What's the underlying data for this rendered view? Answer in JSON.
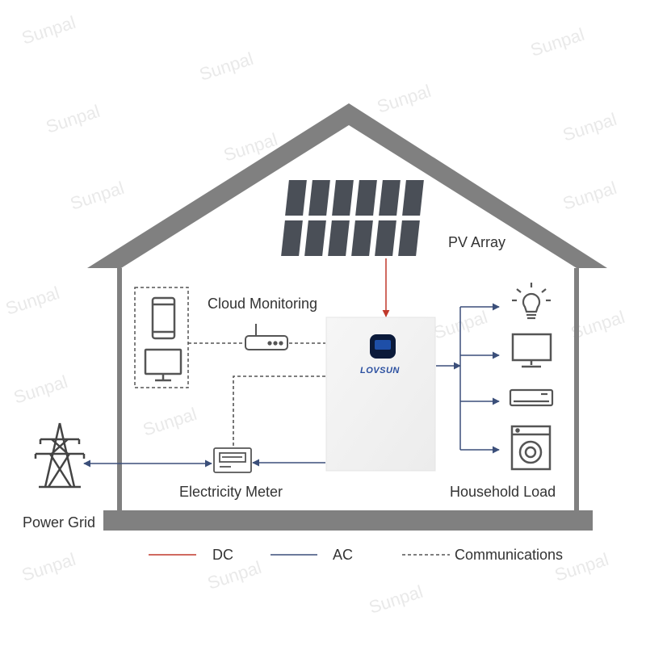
{
  "labels": {
    "pv_array": "PV Array",
    "cloud_monitoring": "Cloud Monitoring",
    "electricity_meter": "Electricity Meter",
    "household_load": "Household Load",
    "power_grid": "Power Grid"
  },
  "inverter": {
    "brand": "LOVSUN"
  },
  "legend": {
    "dc": "DC",
    "ac": "AC",
    "communications": "Communications"
  },
  "watermark": "Sunpal",
  "colors": {
    "house": "#808080",
    "dc_line": "#c0392b",
    "ac_line": "#3b4f7a",
    "panel": "#4a4f57",
    "icon": "#555555",
    "inverter_screen": "#0b1a3a",
    "inverter_brand": "#2a4fa0"
  },
  "icons": [
    "smartphone-icon",
    "monitor-icon",
    "router-icon",
    "lightbulb-icon",
    "television-icon",
    "air-conditioner-icon",
    "washing-machine-icon",
    "transmission-tower-icon",
    "meter-icon"
  ]
}
